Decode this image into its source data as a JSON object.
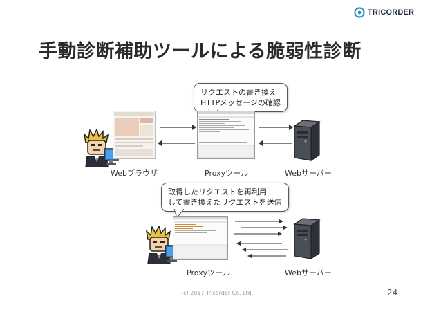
{
  "logo": {
    "text": "TRICORDER",
    "icon": "tricorder-logo-icon",
    "color": "#2a8fc7"
  },
  "title": "手動診断補助ツールによる脆弱性診断",
  "section1": {
    "callout_lines": [
      "リクエストの書き換え",
      "HTTPメッセージの確認"
    ],
    "labels": {
      "browser": "Webブラウザ",
      "proxy": "Proxyツール",
      "server": "Webサーバー"
    }
  },
  "section2": {
    "callout_lines": [
      "取得したリクエストを再利用",
      "して書き換えたリクエストを送信"
    ],
    "labels": {
      "proxy": "Proxyツール",
      "server": "Webサーバー"
    }
  },
  "footer": {
    "copyright": "(c) 2017 Tricorder Co. Ltd.",
    "page": "24"
  }
}
